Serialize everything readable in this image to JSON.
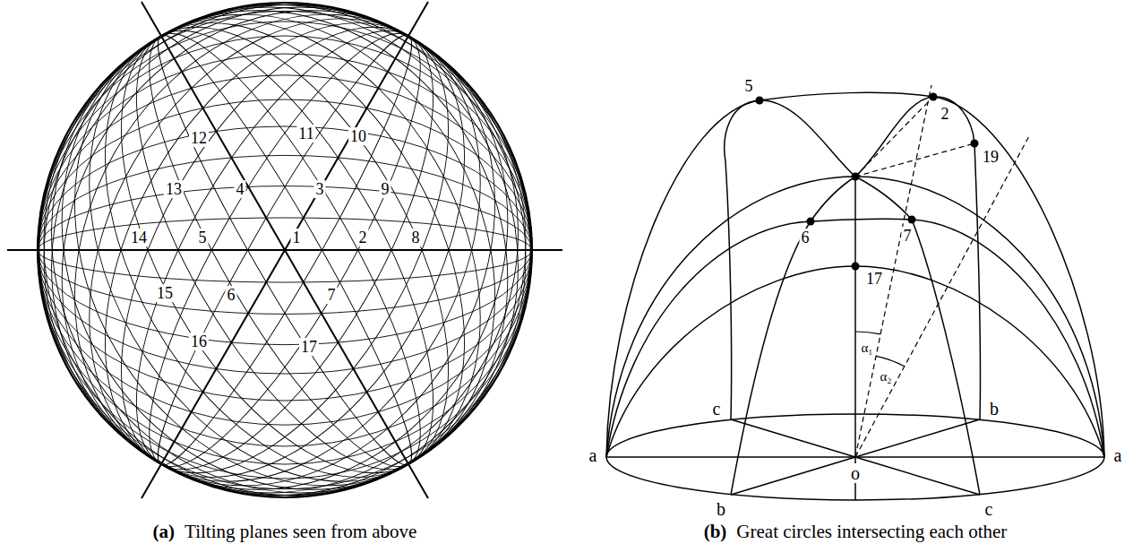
{
  "diagram": {
    "labels": [
      "12",
      "11",
      "10",
      "13",
      "4",
      "3",
      "9",
      "14",
      "5",
      "1",
      "2",
      "8",
      "15",
      "6",
      "7",
      "16",
      "17",
      "(a)",
      "Tilting planes seen from above",
      "5",
      "6",
      "7",
      "2",
      "19",
      "17",
      "c",
      "b",
      "a",
      "a",
      "o",
      "b",
      "c",
      "α₁",
      "α₂",
      "(b)",
      "Great circles intersecting each other"
    ]
  }
}
